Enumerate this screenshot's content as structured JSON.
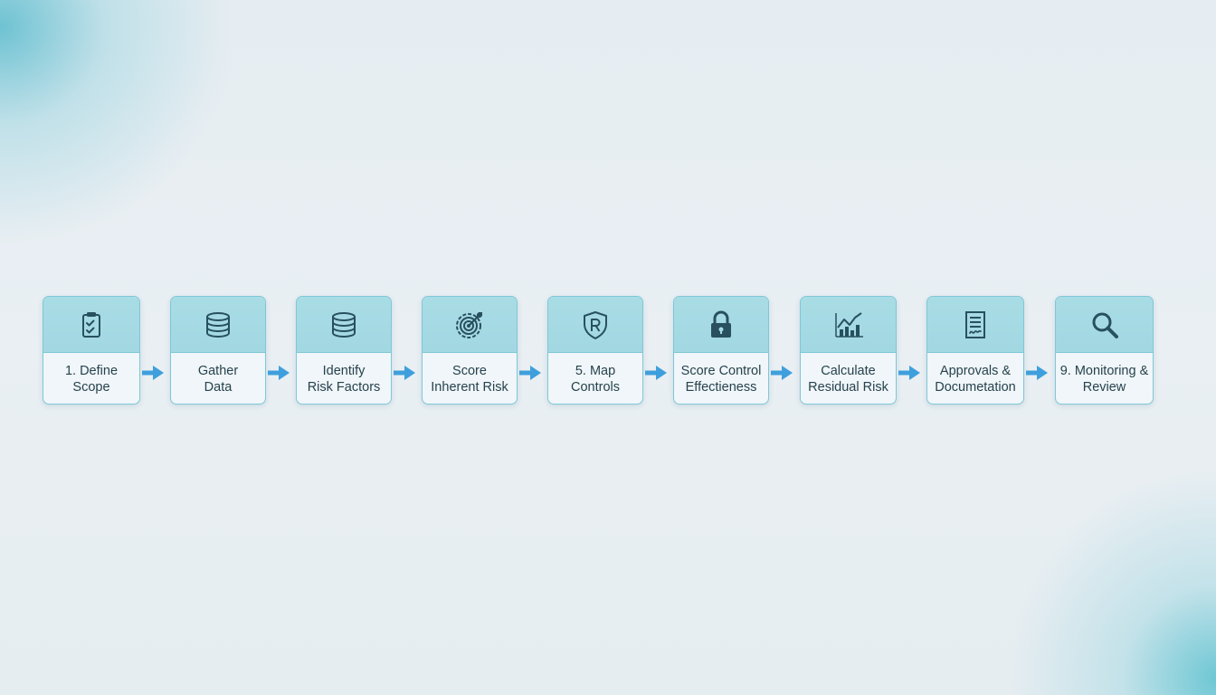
{
  "diagram": {
    "type": "process-flow",
    "steps": [
      {
        "label": "1. Define\nScope",
        "icon": "clipboard-check-icon"
      },
      {
        "label": "Gather\nData",
        "icon": "database-icon"
      },
      {
        "label": "Identify\nRisk Factors",
        "icon": "database-icon"
      },
      {
        "label": "Score\nInherent Risk",
        "icon": "target-icon"
      },
      {
        "label": "5. Map\nControls",
        "icon": "shield-r-icon"
      },
      {
        "label": "Score Control\nEffectieness",
        "icon": "padlock-icon"
      },
      {
        "label": "Calculate\nResidual Risk",
        "icon": "bar-chart-trend-icon"
      },
      {
        "label": "Approvals &\nDocumetation",
        "icon": "document-signature-icon"
      },
      {
        "label": "9. Monitoring &\nReview",
        "icon": "magnifier-icon"
      }
    ],
    "colors": {
      "box_header": "#a6dae4",
      "box_border": "#7fc7d6",
      "box_body": "#f0f6f9",
      "icon": "#28505e",
      "arrow": "#3f9fdc",
      "text": "#27424d"
    }
  }
}
